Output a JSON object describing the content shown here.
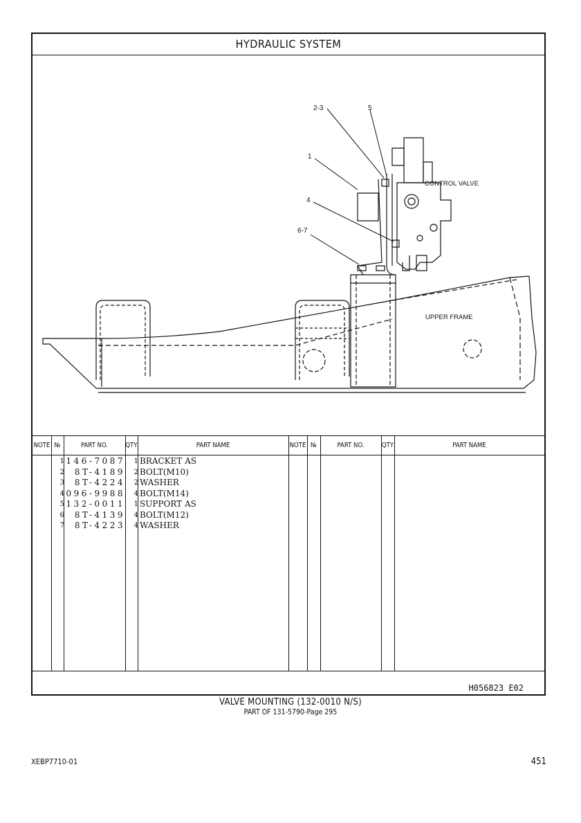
{
  "header": {
    "title": "HYDRAULIC SYSTEM"
  },
  "drawing": {
    "callouts": [
      "2-3",
      "5",
      "1",
      "4",
      "6-7"
    ],
    "labels": {
      "control_valve": "CONTROL VALVE",
      "upper_frame": "UPPER FRAME"
    }
  },
  "table": {
    "headers": {
      "note": "NOTE",
      "no": "№",
      "part_no": "PART NO.",
      "qty": "QTY",
      "part_name": "PART NAME"
    },
    "rows": [
      {
        "no": "1",
        "part_no": "146-7087",
        "qty": "1",
        "name": "BRACKET AS"
      },
      {
        "no": "2",
        "part_no": "8T-4189",
        "qty": "2",
        "name": "BOLT(M10)"
      },
      {
        "no": "3",
        "part_no": "8T-4224",
        "qty": "2",
        "name": "WASHER"
      },
      {
        "no": "4",
        "part_no": "096-9988",
        "qty": "4",
        "name": "BOLT(M14)"
      },
      {
        "no": "5",
        "part_no": "132-0011",
        "qty": "1",
        "name": "SUPPORT AS"
      },
      {
        "no": "6",
        "part_no": "8T-4139",
        "qty": "4",
        "name": "BOLT(M12)"
      },
      {
        "no": "7",
        "part_no": "8T-4223",
        "qty": "4",
        "name": "WASHER"
      }
    ]
  },
  "footer_code": "H056823 E02",
  "caption": {
    "title": "VALVE MOUNTING (132-0010 N/S)",
    "subtitle": "PART OF 131-5790-Page 295"
  },
  "page": {
    "doc_id": "XEBP7710-01",
    "number": "451"
  }
}
